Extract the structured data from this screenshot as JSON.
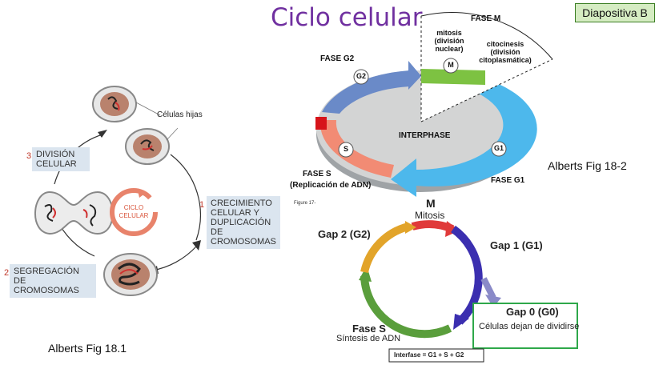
{
  "slide": {
    "title": "Ciclo celular",
    "badge": "Diapositiva B"
  },
  "fig_left": {
    "daughter_cells": "Células hijas",
    "cycle_center": "CICLO CELULAR",
    "steps": [
      {
        "number": "3",
        "label": "DIVISIÓN CELULAR"
      },
      {
        "number": "1",
        "label": "CRECIMIENTO CELULAR Y DUPLICACIÓN DE CROMOSOMAS"
      },
      {
        "number": "2",
        "label": "SEGREGACIÓN DE CROMOSOMAS"
      }
    ],
    "caption": "Alberts Fig 18.1",
    "colors": {
      "arrow_red": "#e8836b",
      "box": "#dbe5ef",
      "nucleus": "#b9826d"
    }
  },
  "fig_top_right": {
    "fase_m": "FASE M",
    "mitosis": "mitosis (división nuclear)",
    "citocinesis": "citocinesis (división citoplasmática)",
    "fase_g2": "FASE G2",
    "fase_s": "FASE S",
    "fase_s_sub": "(Replicación de ADN)",
    "fase_g1": "FASE G1",
    "interphase": "INTERPHASE",
    "circle_labels": {
      "m": "M",
      "g2": "G2",
      "s": "S",
      "g1": "G1"
    },
    "figure_note": "Figure 17-",
    "caption": "Alberts  Fig 18-2",
    "colors": {
      "g1": "#4db8ec",
      "m": "#7dc242",
      "g2": "#6a8ac8",
      "s": "#f28b74",
      "center": "#d3d4d4"
    }
  },
  "fig_bottom_right": {
    "m_letter": "M",
    "m_sub": "Mitosis",
    "gap2": "Gap 2 (G2)",
    "gap1": "Gap 1 (G1)",
    "gap0": "Gap 0  (G0)",
    "gap0_sub": "Células dejan de dividirse",
    "fase_s": "Fase S",
    "fase_s_sub": "Síntesis de ADN",
    "formula": "Interfase = G1 + S + G2",
    "colors": {
      "m": "#e03a3a",
      "g1": "#3b2fb0",
      "s": "#5a9e3c",
      "g2": "#e2a42a",
      "g0": "#8a8ac8"
    }
  }
}
